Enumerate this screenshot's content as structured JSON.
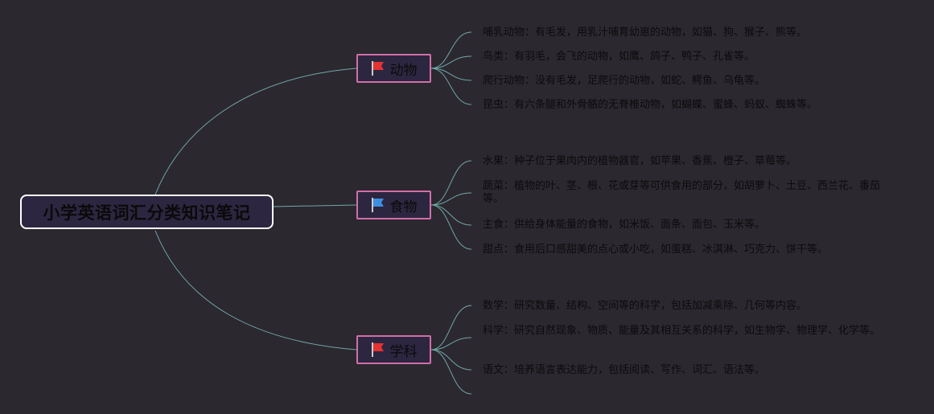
{
  "root": {
    "title": "小学英语词汇分类知识笔记"
  },
  "topics": [
    {
      "label": "动物",
      "flag_icon": "red-flag-icon",
      "flag_color": "#e53232",
      "items": [
        "哺乳动物：有毛发，用乳汁哺育幼崽的动物，如猫、狗、猴子、熊等。",
        "鸟类：有羽毛，会飞的动物，如鹰、鸽子、鸭子、孔雀等。",
        "爬行动物：没有毛发，足爬行的动物，如蛇、鳄鱼、乌龟等。",
        "昆虫：有六条腿和外骨骼的无脊椎动物，如蝴蝶、蜜蜂、蚂蚁、蜘蛛等。"
      ]
    },
    {
      "label": "食物",
      "flag_icon": "blue-flag-icon",
      "flag_color": "#3d8fe0",
      "items": [
        "水果：种子位于果肉内的植物器官，如苹果、香蕉、橙子、草莓等。",
        "蔬菜：植物的叶、茎、根、花或芽等可供食用的部分，如胡萝卜、土豆、西兰花、番茄等。",
        "主食：供给身体能量的食物，如米饭、面条、面包、玉米等。",
        "甜点：食用后口感甜美的点心或小吃，如蛋糕、冰淇淋、巧克力、饼干等。"
      ]
    },
    {
      "label": "学科",
      "flag_icon": "red-flag-icon",
      "flag_color": "#e53232",
      "items": [
        "数学：研究数量、结构、空间等的科学，包括加减乘除、几何等内容。",
        "科学：研究自然现象、物质、能量及其相互关系的科学，如生物学、物理学、化学等。",
        "语文：培养语言表达能力，包括阅读、写作、词汇、语法等。"
      ]
    }
  ],
  "colors": {
    "background": "#2c2830",
    "connector": "#6fa8a8",
    "topic_border": "#d16fa8",
    "root_border": "#ffffff"
  }
}
